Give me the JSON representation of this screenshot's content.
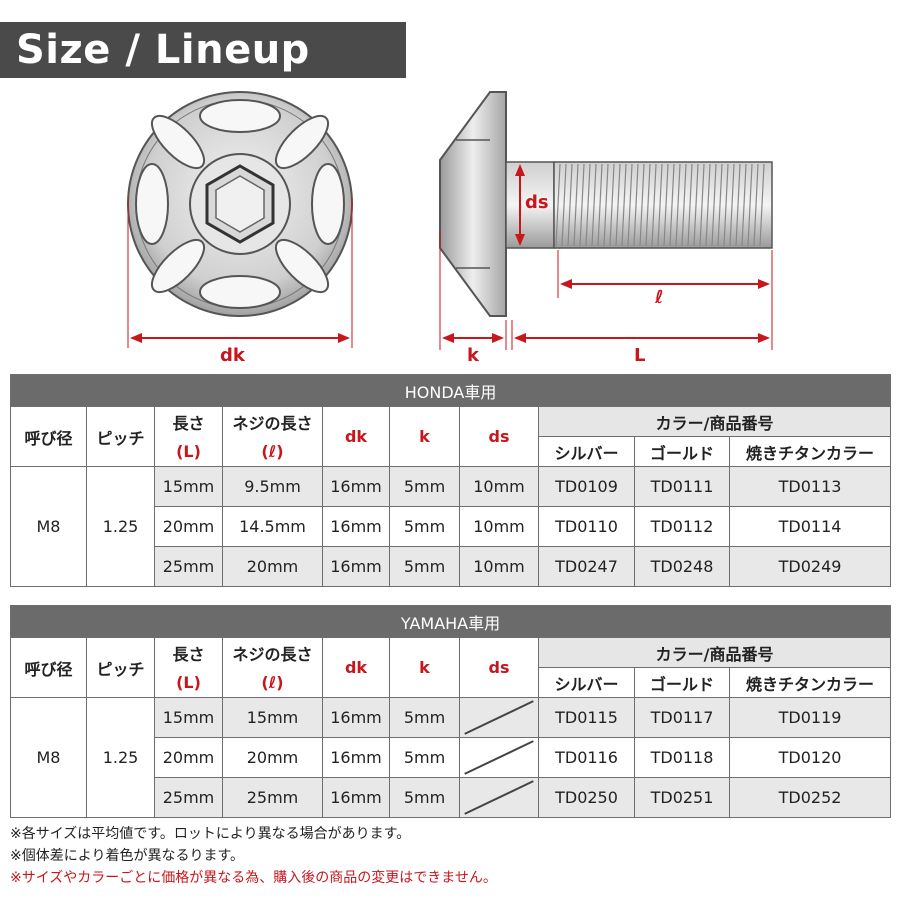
{
  "title": "Size / Lineup",
  "diagram": {
    "labels": {
      "dk": "dk",
      "k": "k",
      "L": "L",
      "ds": "ds",
      "l": "ℓ"
    }
  },
  "headers": {
    "nominal": "呼び径",
    "pitch": "ピッチ",
    "length": "長さ",
    "length_sym": "(L)",
    "thread_length": "ネジの長さ",
    "thread_sym": "(ℓ)",
    "dk": "dk",
    "k": "k",
    "ds": "ds",
    "color_group": "カラー/商品番号",
    "silver": "シルバー",
    "gold": "ゴールド",
    "burnt": "焼きチタンカラー"
  },
  "honda": {
    "brand": "HONDA車用",
    "nominal": "M8",
    "pitch": "1.25",
    "rows": [
      {
        "L": "15mm",
        "l": "9.5mm",
        "dk": "16mm",
        "k": "5mm",
        "ds": "10mm",
        "silver": "TD0109",
        "gold": "TD0111",
        "burnt": "TD0113"
      },
      {
        "L": "20mm",
        "l": "14.5mm",
        "dk": "16mm",
        "k": "5mm",
        "ds": "10mm",
        "silver": "TD0110",
        "gold": "TD0112",
        "burnt": "TD0114"
      },
      {
        "L": "25mm",
        "l": "20mm",
        "dk": "16mm",
        "k": "5mm",
        "ds": "10mm",
        "silver": "TD0247",
        "gold": "TD0248",
        "burnt": "TD0249"
      }
    ]
  },
  "yamaha": {
    "brand": "YAMAHA車用",
    "nominal": "M8",
    "pitch": "1.25",
    "rows": [
      {
        "L": "15mm",
        "l": "15mm",
        "dk": "16mm",
        "k": "5mm",
        "silver": "TD0115",
        "gold": "TD0117",
        "burnt": "TD0119"
      },
      {
        "L": "20mm",
        "l": "20mm",
        "dk": "16mm",
        "k": "5mm",
        "silver": "TD0116",
        "gold": "TD0118",
        "burnt": "TD0120"
      },
      {
        "L": "25mm",
        "l": "25mm",
        "dk": "16mm",
        "k": "5mm",
        "silver": "TD0250",
        "gold": "TD0251",
        "burnt": "TD0252"
      }
    ]
  },
  "notes": [
    "※各サイズは平均値です。ロットにより異なる場合があります。",
    "※個体差により着色が異なるります。",
    "※サイズやカラーごとに価格が異なる為、購入後の商品の変更はできません。"
  ],
  "colors": {
    "accent": "#c8161d",
    "brand_bar": "#6b6b6b",
    "title_bar": "#4a4a4a"
  }
}
